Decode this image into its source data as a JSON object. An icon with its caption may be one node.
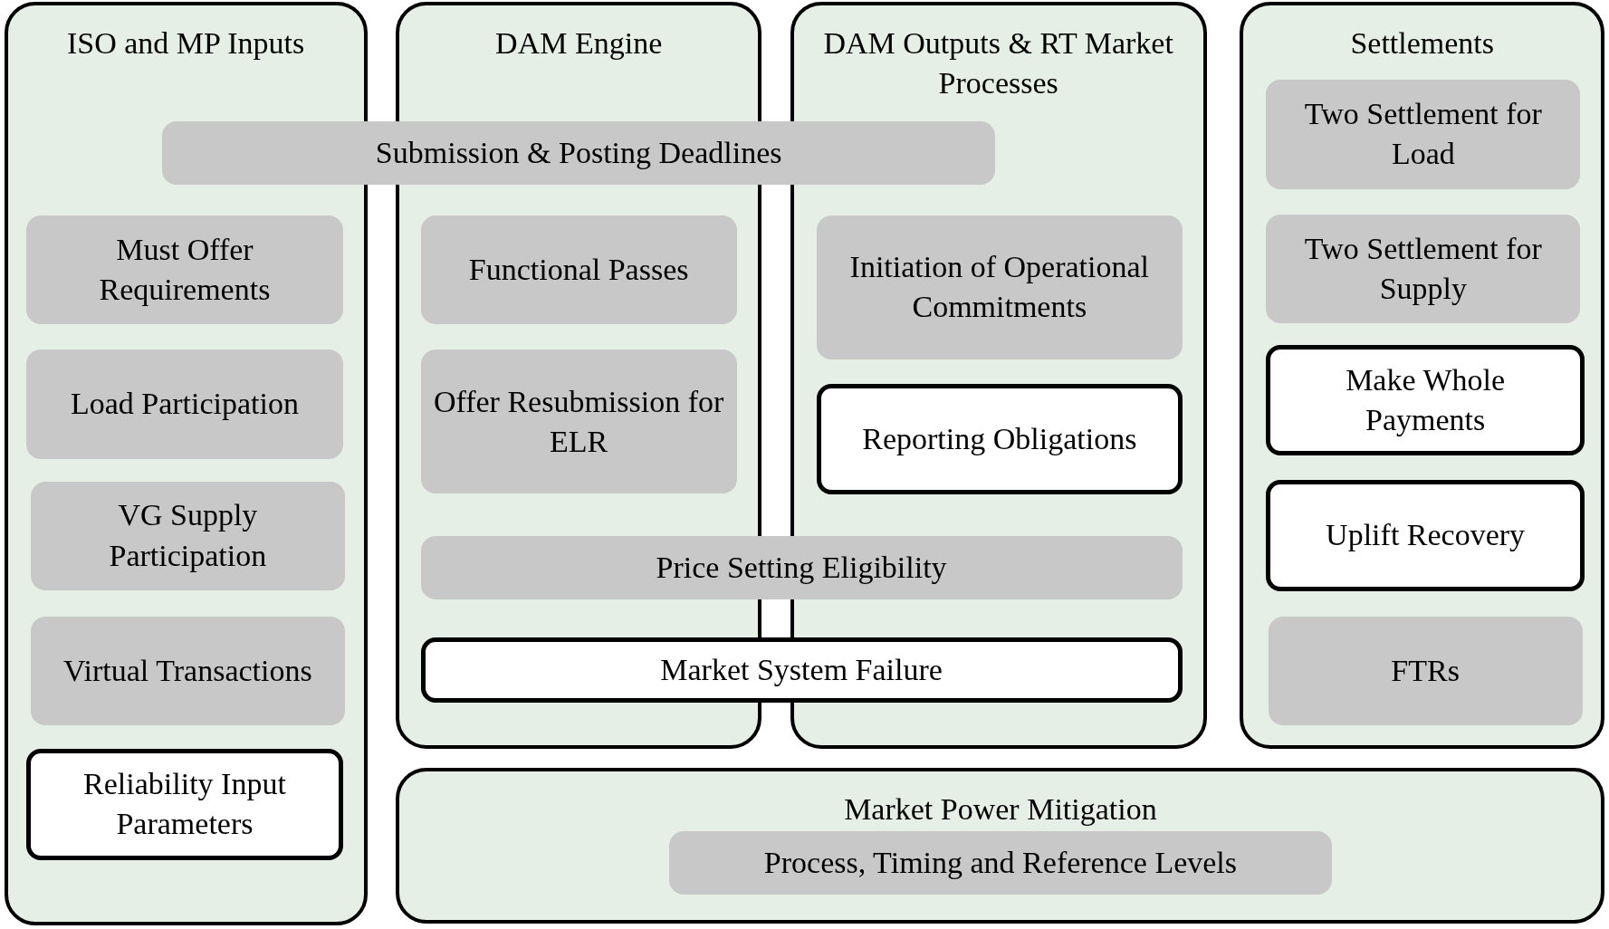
{
  "diagram": {
    "nodes": [
      {
        "text": [
          "ISO and MP Inputs"
        ]
      },
      {
        "text": [
          "DAM Engine"
        ]
      },
      {
        "text": [
          "DAM Outputs & RT Market Processes"
        ]
      },
      {
        "text": [
          "Settlements"
        ]
      },
      {
        "text": [
          "Submission & Posting Deadlines"
        ]
      },
      {
        "text": [
          "Must Offer Requirements"
        ],
        "in": 0
      },
      {
        "text": [
          "Load Participation"
        ],
        "in": 0
      },
      {
        "text": [
          "VG Supply Participation"
        ],
        "in": 0
      },
      {
        "text": [
          "Virtual Transactions"
        ],
        "in": 0
      },
      {
        "text": [
          "Reliability Input Parameters"
        ],
        "in": 0
      },
      {
        "text": [
          "Functional Passes"
        ],
        "in": 1
      },
      {
        "text": [
          "Offer Resubmission for ELR"
        ],
        "in": 1
      },
      {
        "text": [
          "Price Setting Eligibility"
        ]
      },
      {
        "text": [
          "Market System Failure"
        ]
      },
      {
        "text": [
          "Initiation of Operational Commitments"
        ],
        "in": 2
      },
      {
        "text": [
          "Reporting Obligations"
        ],
        "in": 2
      },
      {
        "text": [
          "Two Settlement for Load"
        ],
        "in": 3
      },
      {
        "text": [
          "Two Settlement for Supply"
        ],
        "in": 3
      },
      {
        "text": [
          "Make Whole Payments"
        ],
        "in": 3
      },
      {
        "text": [
          "Uplift Recovery"
        ],
        "in": 3
      },
      {
        "text": [
          "FTRs"
        ],
        "in": 3
      },
      {
        "text": [
          "Market Power Mitigation"
        ]
      },
      {
        "text": [
          "Process, Timing and Reference Levels"
        ],
        "in": 21
      }
    ]
  }
}
